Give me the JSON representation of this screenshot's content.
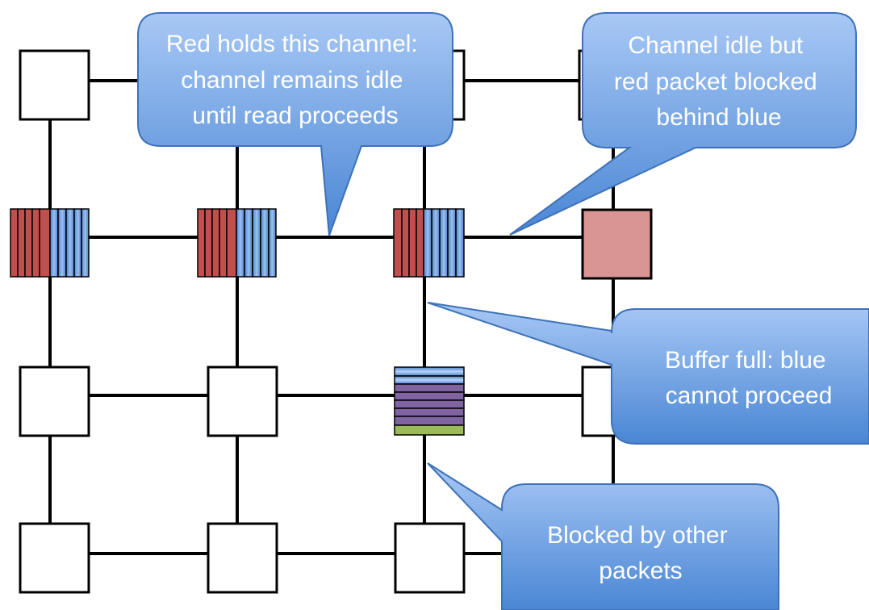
{
  "callouts": {
    "red_holds": [
      "Red holds this channel:",
      "channel remains idle",
      "until read proceeds"
    ],
    "channel_idle": [
      "Channel idle but",
      "red packet blocked",
      "behind blue"
    ],
    "buffer_full": [
      "Buffer full: blue",
      "cannot proceed"
    ],
    "blocked_by_other": [
      "Blocked by other",
      "packets"
    ]
  },
  "colors": {
    "router_stroke": "#000000",
    "router_fill": "#ffffff",
    "red_flit": "#c0504d",
    "blue_flit": "#5b8fd9",
    "purple_flit": "#8064a2",
    "green_flit": "#9bbb59",
    "blocked_router": "#d99594",
    "callout_light": "#a8c8f5",
    "callout_dark": "#4a86d4"
  }
}
